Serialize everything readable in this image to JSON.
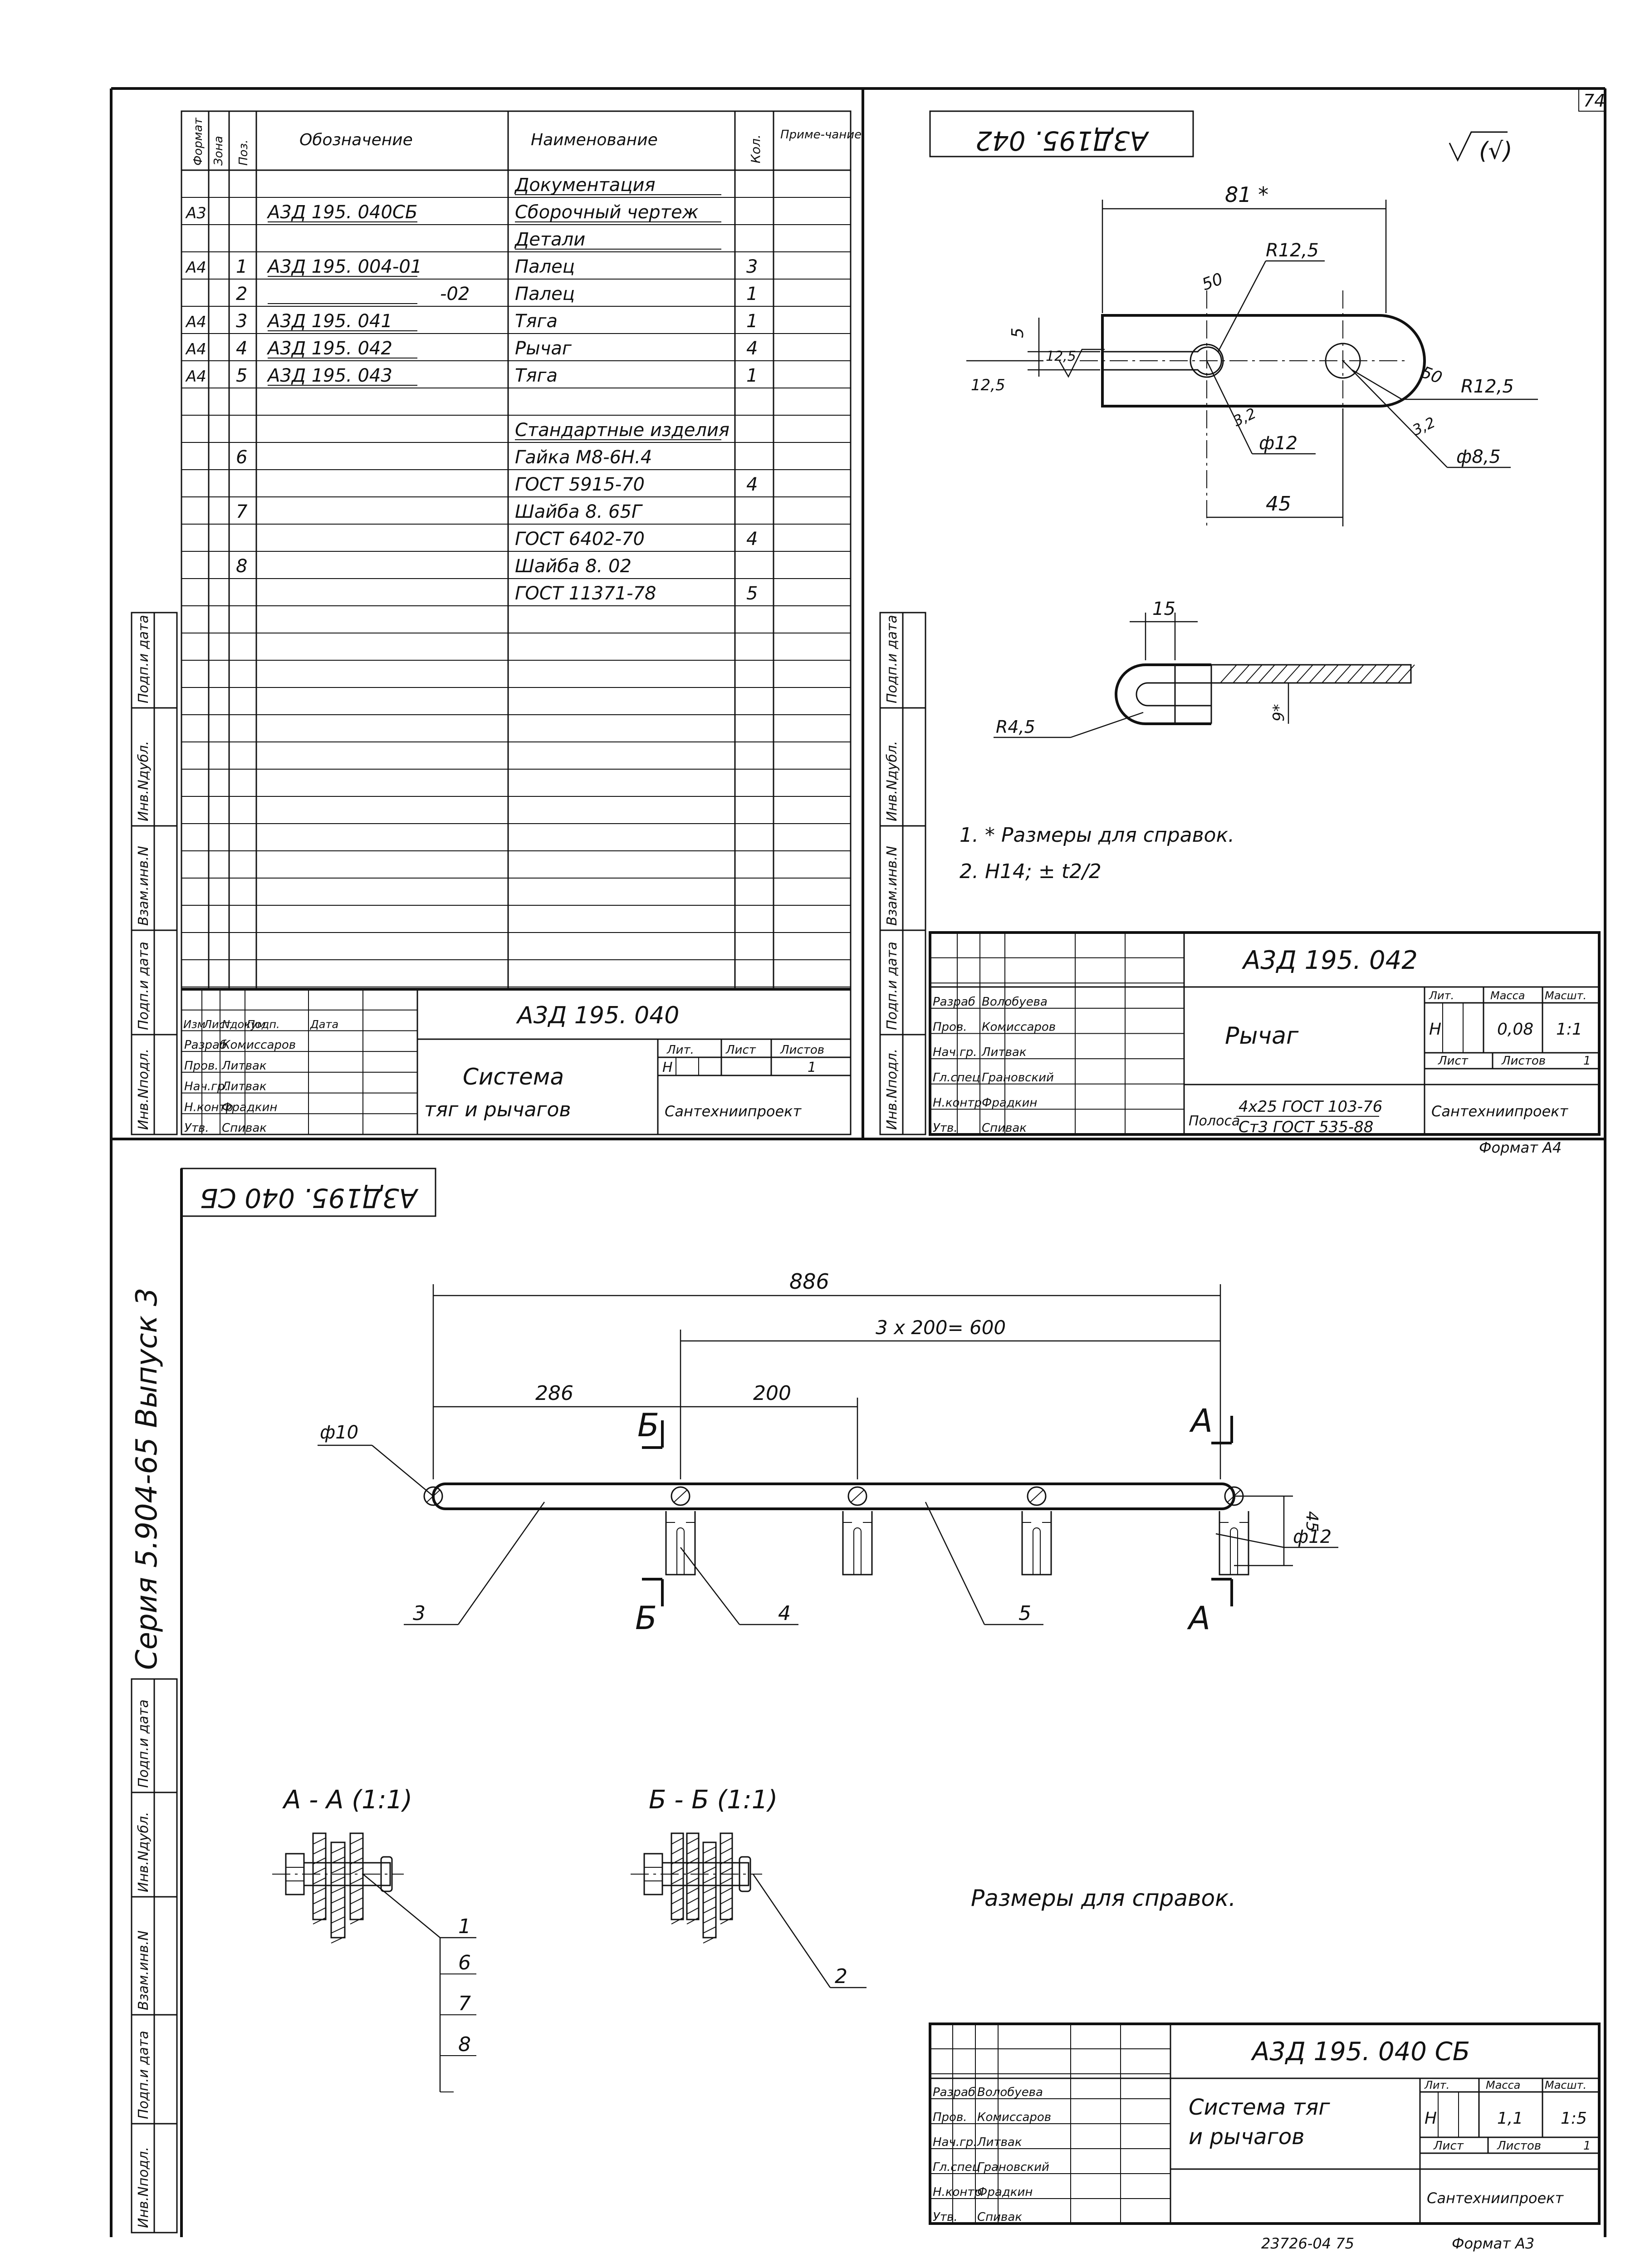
{
  "page_number": "74",
  "spec": {
    "headers": {
      "format": "Формат",
      "zone": "Зона",
      "pos": "Поз.",
      "designation": "Обозначение",
      "name": "Наименование",
      "qty": "Кол.",
      "note": "Приме-чание"
    },
    "rows": [
      {
        "fmt": "",
        "pos": "",
        "des": "",
        "name": "Документация",
        "qty": ""
      },
      {
        "fmt": "А3",
        "pos": "",
        "des": "А3Д 195. 040СБ",
        "name": "Сборочный чертеж",
        "qty": ""
      },
      {
        "fmt": "",
        "pos": "",
        "des": "",
        "name": "Детали",
        "qty": ""
      },
      {
        "fmt": "А4",
        "pos": "1",
        "des": "А3Д 195. 004-01",
        "name": "Палец",
        "qty": "3"
      },
      {
        "fmt": "",
        "pos": "2",
        "des": "-02",
        "name": "Палец",
        "qty": "1"
      },
      {
        "fmt": "А4",
        "pos": "3",
        "des": "А3Д 195. 041",
        "name": "Тяга",
        "qty": "1"
      },
      {
        "fmt": "А4",
        "pos": "4",
        "des": "А3Д 195. 042",
        "name": "Рычаг",
        "qty": "4"
      },
      {
        "fmt": "А4",
        "pos": "5",
        "des": "А3Д 195. 043",
        "name": "Тяга",
        "qty": "1"
      },
      {
        "fmt": "",
        "pos": "",
        "des": "",
        "name": "Стандартные изделия",
        "qty": ""
      },
      {
        "fmt": "",
        "pos": "6",
        "des": "",
        "name": "Гайка М8-6Н.4",
        "qty": ""
      },
      {
        "fmt": "",
        "pos": "",
        "des": "",
        "name": "ГОСТ 5915-70",
        "qty": "4"
      },
      {
        "fmt": "",
        "pos": "7",
        "des": "",
        "name": "Шайба 8. 65Г",
        "qty": ""
      },
      {
        "fmt": "",
        "pos": "",
        "des": "",
        "name": "ГОСТ 6402-70",
        "qty": "4"
      },
      {
        "fmt": "",
        "pos": "8",
        "des": "",
        "name": "Шайба 8. 02",
        "qty": ""
      },
      {
        "fmt": "",
        "pos": "",
        "des": "",
        "name": "ГОСТ 11371-78",
        "qty": "5"
      }
    ],
    "title_block": {
      "designation": "А3Д 195. 040",
      "title_line1": "Система",
      "title_line2": "тяг и рычагов",
      "sheet_of": "1",
      "letter": "Н",
      "org": "Сантехниипроект",
      "col_headers": [
        "Изм",
        "Лист",
        "Nдокум.",
        "Подп.",
        "Дата"
      ],
      "roles": [
        "Разраб",
        "Пров.",
        "Нач.гр.",
        "Н.контр",
        "Утв."
      ],
      "names": [
        "Комиссаров",
        "Литвак",
        "Литвак",
        "Фрадкин",
        "Спивак"
      ],
      "labels": {
        "lit": "Лит.",
        "sheet": "Лист",
        "sheets": "Листов"
      }
    }
  },
  "part": {
    "stamp": "А3Д195. 042",
    "roughness": "(√)",
    "dims": {
      "len": "81 *",
      "r1": "R12,5",
      "r2": "R12,5",
      "a1": "50",
      "a2": "50",
      "t1": "5",
      "t2": "12,5",
      "t3": "12,5",
      "c1": "3,2",
      "c2": "3,2",
      "d1": "ф12",
      "d2": "ф8,5",
      "c": "45",
      "w": "15",
      "h": "9*",
      "r3": "R4,5"
    },
    "notes": [
      "1. * Размеры для справок.",
      "2. Н14; ± t2/2"
    ],
    "title_block": {
      "designation": "А3Д 195. 042",
      "title": "Рычаг",
      "material_top": "4x25 ГОСТ 103-76",
      "material_bottom": "Ст3 ГОСТ 535-88",
      "material_prefix": "Полоса",
      "letter": "Н",
      "mass": "0,08",
      "scale": "1:1",
      "sheets": "1",
      "org": "Сантехниипроект",
      "roles": [
        "Разраб",
        "Пров.",
        "Нач.гр.",
        "Гл.спец",
        "Н.контр",
        "Утв."
      ],
      "names": [
        "Волобуева",
        "Комиссаров",
        "Литвак",
        "Грановский",
        "Фрадкин",
        "Спивак"
      ],
      "labels": {
        "lit": "Лит.",
        "mass": "Масса",
        "scale": "Масшт.",
        "sheet": "Лист",
        "sheets": "Листов"
      },
      "format": "Формат А4"
    }
  },
  "assembly": {
    "stamp": "А3Д195. 040 СБ",
    "dims": {
      "overall": "886",
      "pitch_total": "3 x 200= 600",
      "first": "286",
      "pitch": "200",
      "hole1": "ф10",
      "hole2": "ф12",
      "height": "45"
    },
    "section_marks": {
      "a": "А",
      "b": "Б"
    },
    "leaders": [
      "3",
      "4",
      "5",
      "1",
      "6",
      "7",
      "8",
      "2"
    ],
    "sections": {
      "aa": "А - А (1:1)",
      "bb": "Б - Б (1:1)"
    },
    "note": "Размеры для справок.",
    "title_block": {
      "designation": "А3Д 195. 040 СБ",
      "title_line1": "Система тяг",
      "title_line2": "и рычагов",
      "letter": "Н",
      "mass": "1,1",
      "scale": "1:5",
      "sheets": "1",
      "org": "Сантехниипроект",
      "roles": [
        "Разраб",
        "Пров.",
        "Нач.гр.",
        "Гл.спец",
        "Н.контр",
        "Утв."
      ],
      "names": [
        "Волобуева",
        "Комиссаров",
        "Литвак",
        "Грановский",
        "Фрадкин",
        "Спивак"
      ],
      "labels": {
        "lit": "Лит.",
        "mass": "Масса",
        "scale": "Масшт.",
        "sheet": "Лист",
        "sheets": "Листов"
      },
      "footer": "23726-04 75",
      "format": "Формат А3"
    }
  },
  "margin": {
    "series": "Серия 5.904-65 Выпуск 3",
    "stamp_labels": [
      "Инв.Nподл.",
      "Подп.и дата",
      "Взам.инв.N",
      "Инв.Nдубл.",
      "Подп.и дата"
    ]
  }
}
